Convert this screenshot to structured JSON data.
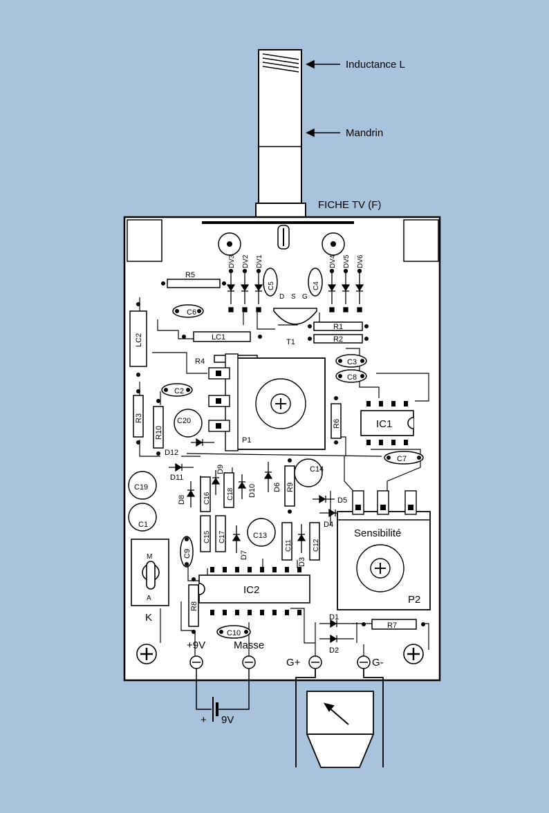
{
  "labels": {
    "inductance": "Inductance L",
    "mandrin": "Mandrin",
    "fiche_tv": "FICHE TV (F)",
    "sensibilite": "Sensibilité",
    "plus9v": "+9V",
    "masse": "Masse",
    "gplus": "G+",
    "gminus": "G-",
    "battery": "9V",
    "battery_plus": "+",
    "switch_k": "K",
    "switch_m": "M",
    "switch_a": "A"
  },
  "components": {
    "r1": "R1",
    "r2": "R2",
    "r3": "R3",
    "r4": "R4",
    "r5": "R5",
    "r6": "R6",
    "r7": "R7",
    "r8": "R8",
    "r9": "R9",
    "r10": "R10",
    "c1": "C1",
    "c2": "C2",
    "c3": "C3",
    "c4": "C4",
    "c5": "C5",
    "c6": "C6",
    "c7": "C7",
    "c8": "C8",
    "c9": "C9",
    "c10": "C10",
    "c11": "C11",
    "c12": "C12",
    "c13": "C13",
    "c14": "C14",
    "c15": "C15",
    "c16": "C16",
    "c17": "C17",
    "c18": "C18",
    "c19": "C19",
    "c20": "C20",
    "d1": "D1",
    "d2": "D2",
    "d3": "D3",
    "d4": "D4",
    "d5": "D5",
    "d6": "D6",
    "d7": "D7",
    "d8": "D8",
    "d9": "D9",
    "d10": "D10",
    "d11": "D11",
    "d12": "D12",
    "dv1": "DV1",
    "dv2": "DV2",
    "dv3": "DV3",
    "dv4": "DV4",
    "dv5": "DV5",
    "dv6": "DV6",
    "lc1": "LC1",
    "lc2": "LC2",
    "t1": "T1",
    "ic1": "IC1",
    "ic2": "IC2",
    "p1": "P1",
    "p2": "P2",
    "pin_d": "D",
    "pin_s": "S",
    "pin_g": "G"
  },
  "colors": {
    "page_background": "#aac3dc",
    "board": "#ffffff",
    "ink": "#000000",
    "faded_text": "#c3d3e3"
  }
}
